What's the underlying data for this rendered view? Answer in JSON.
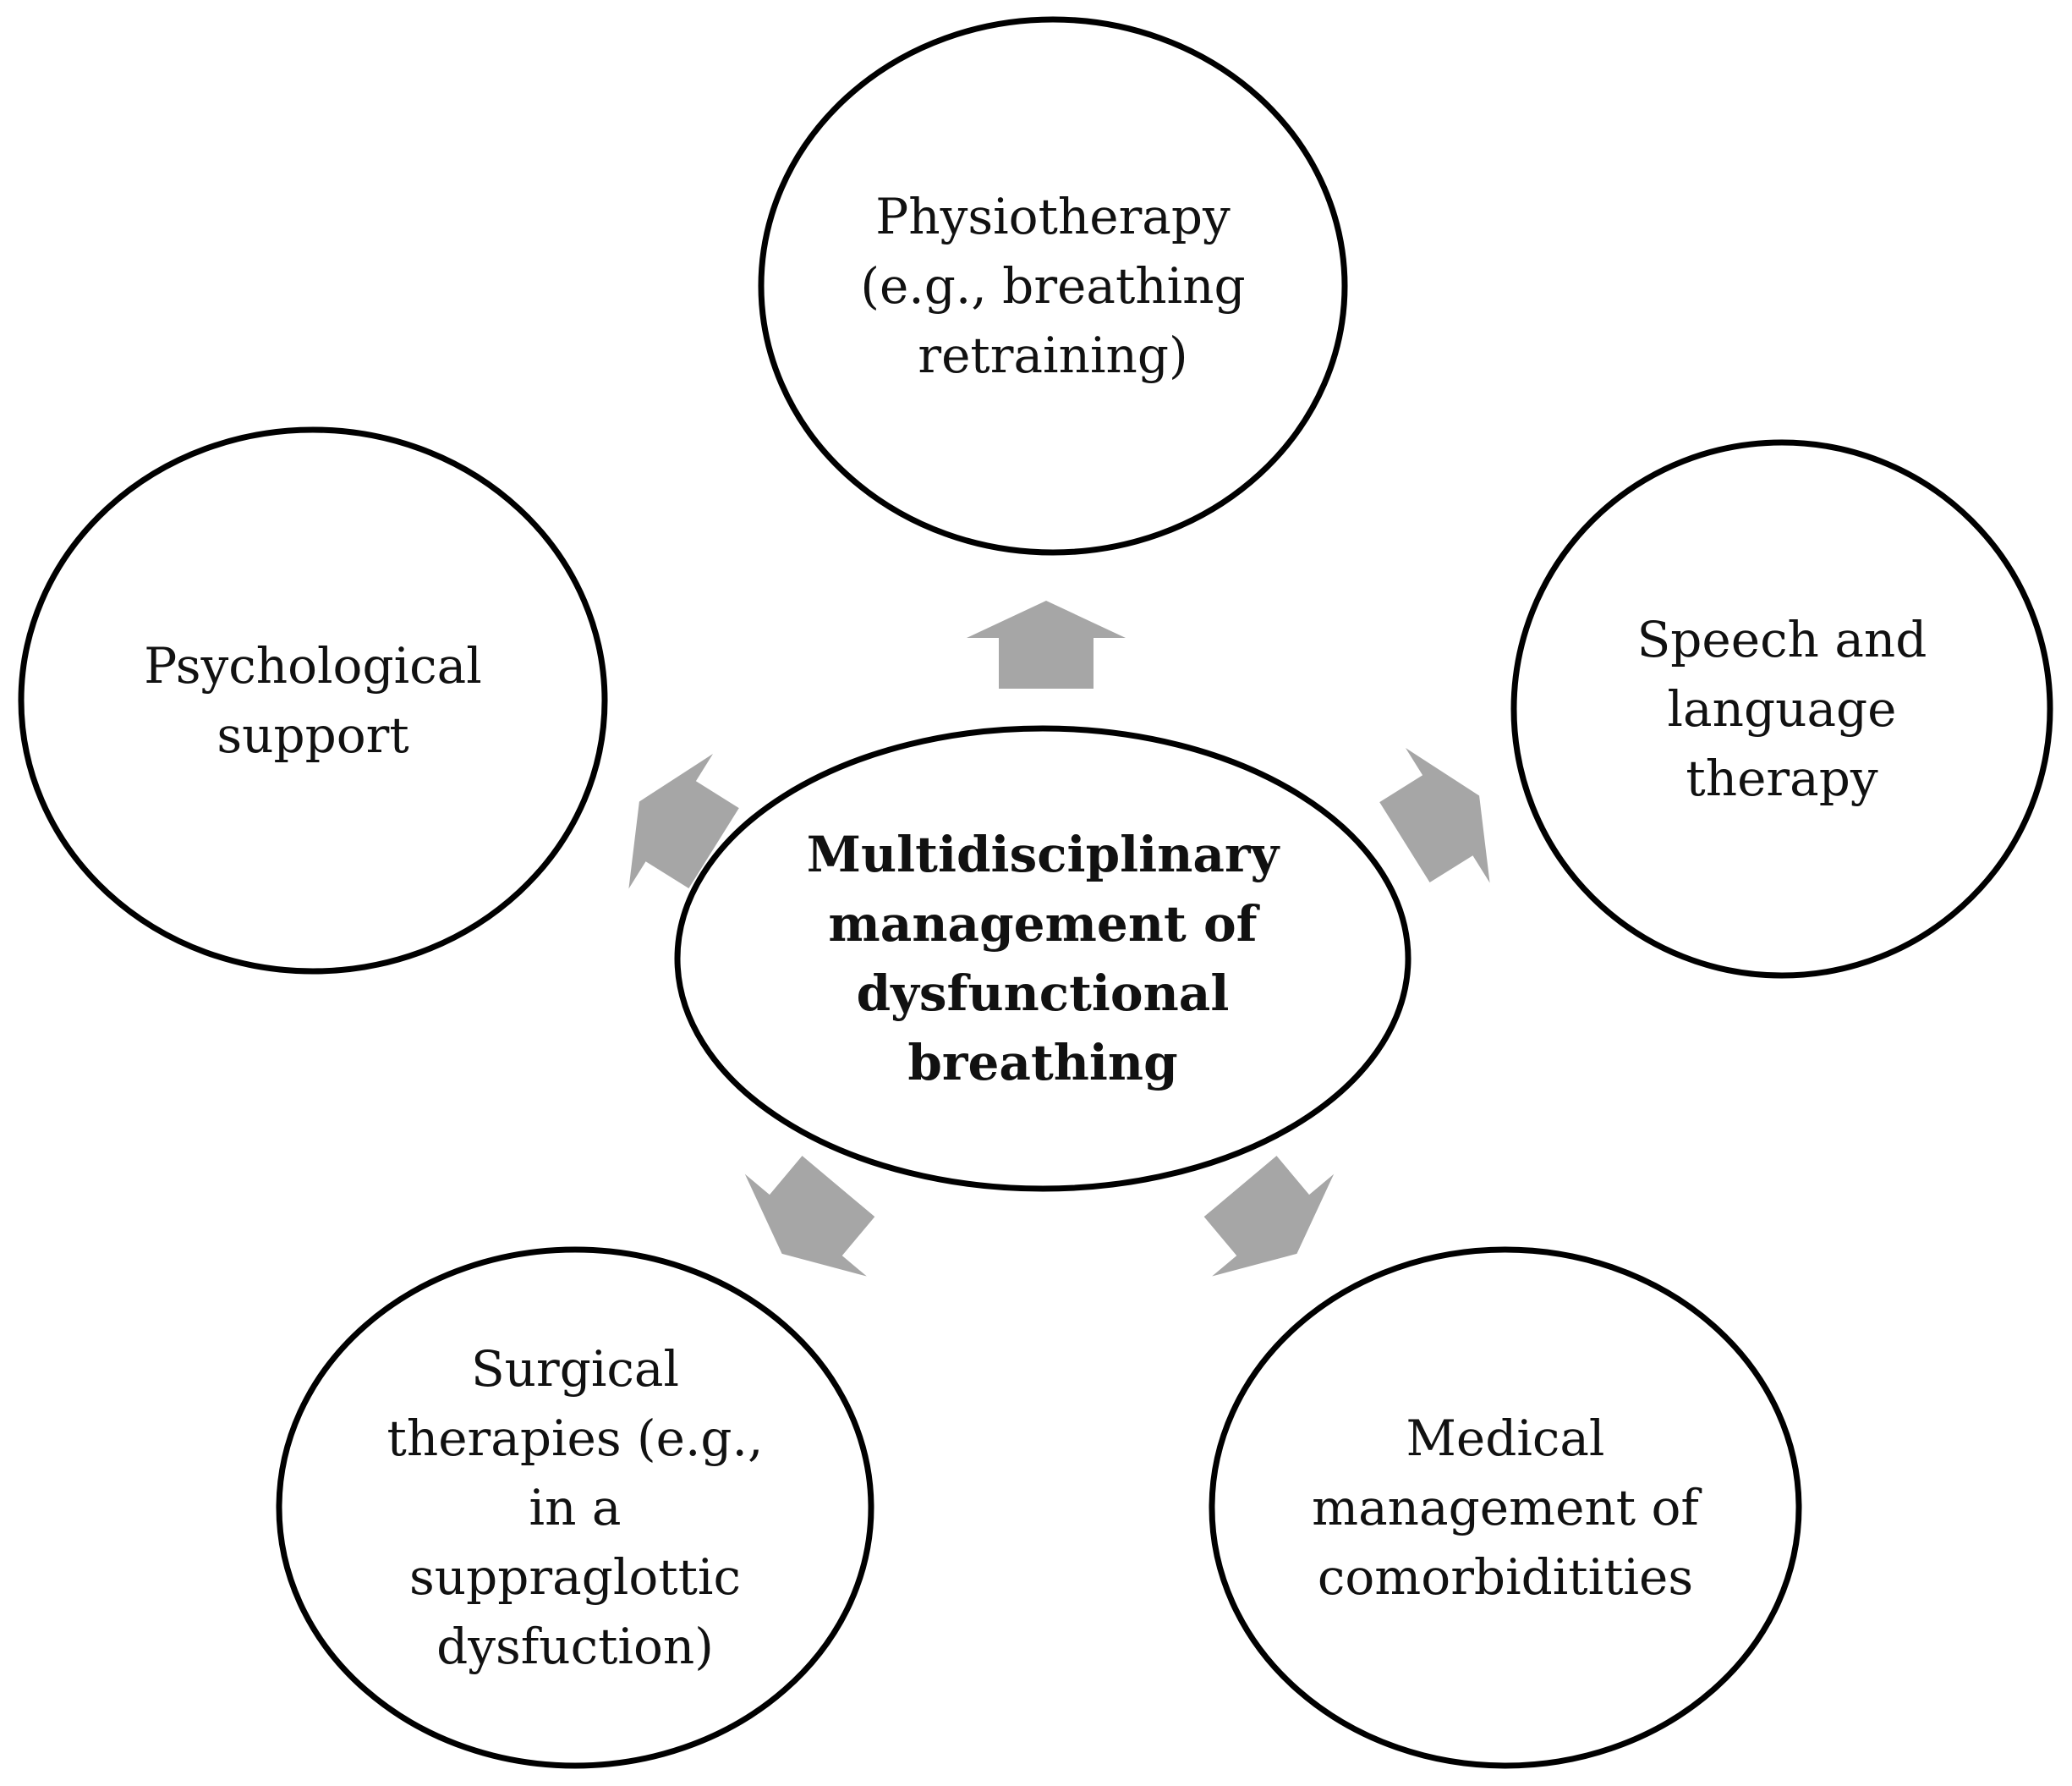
{
  "center": {
    "lines": [
      "Multidisciplinary",
      "management of",
      "dysfunctional",
      "breathing"
    ]
  },
  "nodes": [
    {
      "id": "physiotherapy",
      "lines": [
        "Physiotherapy",
        "(e.g., breathing",
        "retraining)"
      ]
    },
    {
      "id": "speech-language",
      "lines": [
        "Speech and",
        "language",
        "therapy"
      ]
    },
    {
      "id": "medical-management",
      "lines": [
        "Medical",
        "management of",
        "comorbiditities"
      ]
    },
    {
      "id": "surgical-therapies",
      "lines": [
        "Surgical",
        "therapies (e.g.,",
        "in a",
        "suppraglottic",
        "dysfuction)"
      ]
    },
    {
      "id": "psychological-support",
      "lines": [
        "Psychological",
        "support"
      ]
    }
  ],
  "colors": {
    "arrow": "#a6a6a6",
    "outline": "#000000",
    "text": "#111111"
  }
}
